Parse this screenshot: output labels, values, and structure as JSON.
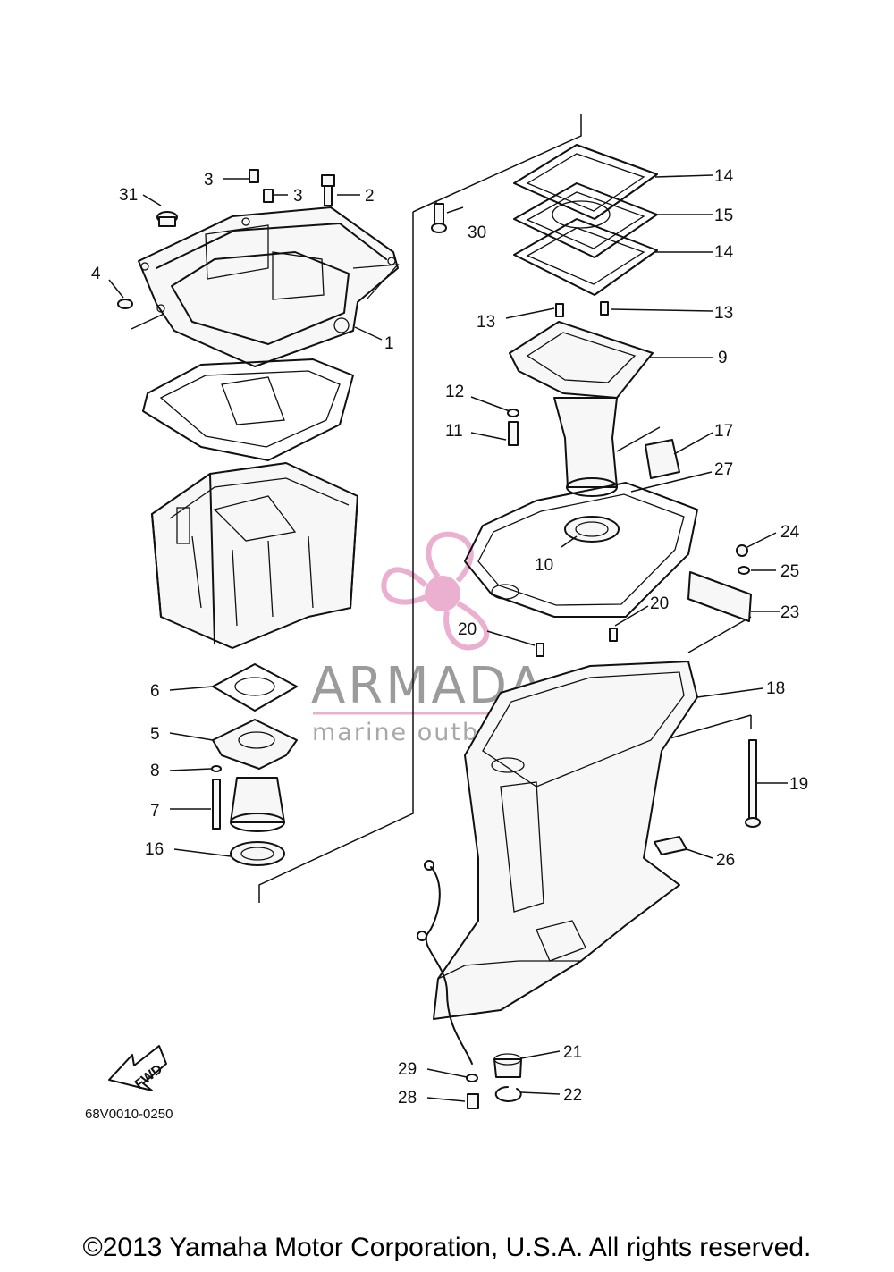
{
  "diagram": {
    "callouts": [
      "1",
      "2",
      "3",
      "3",
      "4",
      "5",
      "6",
      "7",
      "8",
      "9",
      "10",
      "11",
      "12",
      "13",
      "13",
      "14",
      "15",
      "14",
      "16",
      "17",
      "18",
      "19",
      "20",
      "20",
      "21",
      "22",
      "23",
      "24",
      "25",
      "26",
      "27",
      "28",
      "29",
      "30",
      "31"
    ],
    "fwd_label": "FWD",
    "drawing_code": "68V0010-0250"
  },
  "watermark": {
    "name": "ARMADA",
    "tagline": "marine outboards",
    "color": "#e8a3c8"
  },
  "copyright": "©2013 Yamaha Motor Corporation, U.S.A. All rights reserved."
}
